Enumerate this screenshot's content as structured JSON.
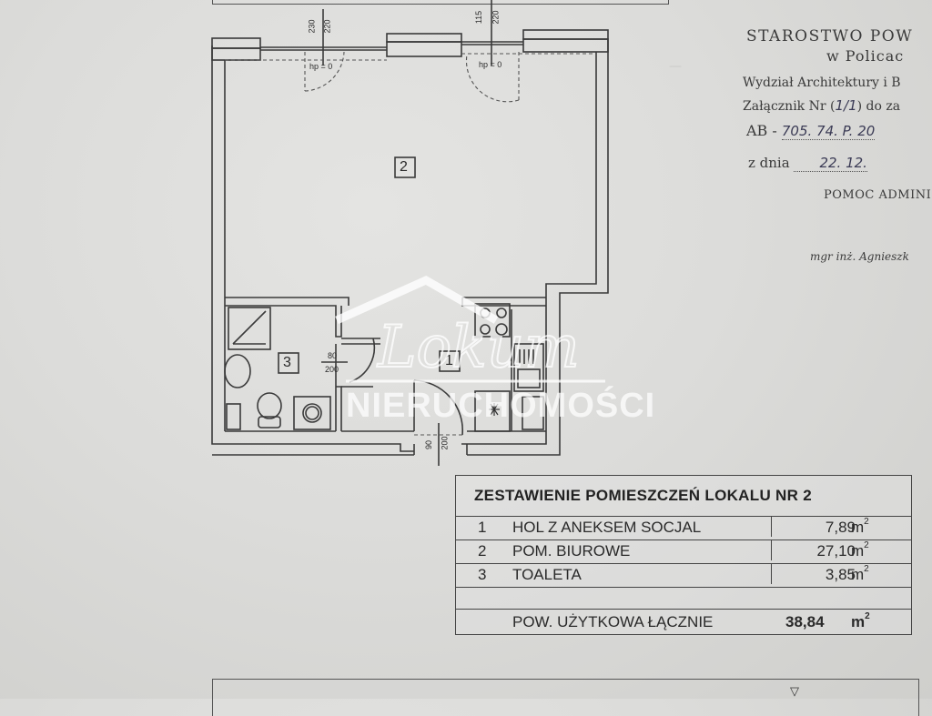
{
  "document": {
    "type": "architectural floor plan"
  },
  "plan": {
    "rooms": [
      {
        "id": "1",
        "label": "1"
      },
      {
        "id": "2",
        "label": "2"
      },
      {
        "id": "3",
        "label": "3"
      }
    ],
    "annotations": {
      "window_left_top": "230",
      "window_left_bottom": "220",
      "window_left_hp": "hp = 0",
      "window_right_top": "115",
      "window_right_bottom": "220",
      "window_right_hp": "hp = 0",
      "door_wc_width": "80",
      "door_wc_height": "200",
      "door_entry_width": "90",
      "door_entry_height": "200"
    }
  },
  "stamp": {
    "line1": "STAROSTWO POW",
    "line2": "w Policac",
    "line3": "Wydział Architektury i B",
    "line4_prefix": "Załącznik Nr (",
    "line4_hand": "1/1",
    "line4_suffix": ") do za",
    "line5_prefix": "AB - ",
    "line5_hand": "705. 74. P. 20",
    "line6_prefix": "z dnia ",
    "line6_hand": "22. 12.",
    "line7": "POMOC ADMINI",
    "line8": "mgr inż. Agnieszk"
  },
  "table": {
    "title": "ZESTAWIENIE POMIESZCZEŃ LOKALU NR 2",
    "rows": [
      {
        "num": "1",
        "name": "HOL Z ANEKSEM SOCJAL",
        "area": "7,89",
        "unit": "m",
        "sup": "2"
      },
      {
        "num": "2",
        "name": "POM. BIUROWE",
        "area": "27,10",
        "unit": "m",
        "sup": "2"
      },
      {
        "num": "3",
        "name": "TOALETA",
        "area": "3,85",
        "unit": "m",
        "sup": "2"
      }
    ],
    "total": {
      "name": "POW. UŻYTKOWA ŁĄCZNIE",
      "area": "38,84",
      "unit": "m",
      "sup": "2"
    }
  },
  "watermark": {
    "script": "Lokum",
    "text": "NIERUCHOMOŚCI"
  }
}
